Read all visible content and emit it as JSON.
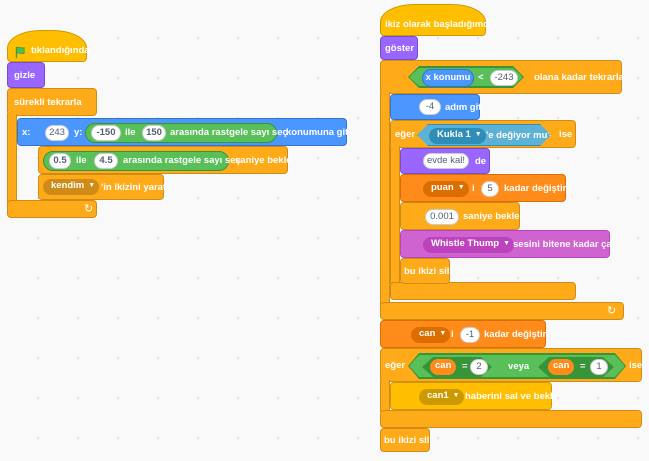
{
  "script1": {
    "when_flag": "tıklandığında",
    "hide": "gizle",
    "forever": "sürekli tekrarla",
    "goto": {
      "x_label": "x:",
      "x_value": "243",
      "y_label": "y:",
      "rand1_low": "-150",
      "rand1_mid": "ile",
      "rand1_high": "150",
      "rand1_suffix": "arasında rastgele sayı seç",
      "suffix": "konumuna git"
    },
    "wait": {
      "rand_low": "0.5",
      "rand_mid": "ile",
      "rand_high": "4.5",
      "rand_suffix": "arasında rastgele sayı seç",
      "suffix": "saniye bekle"
    },
    "clone": {
      "target": "kendim",
      "suffix": "'in ikizini yarat"
    }
  },
  "script2": {
    "hat": "ikiz olarak başladığımda",
    "show": "göster",
    "repeat_until": {
      "lhs": "x konumu",
      "op": "<",
      "rhs": "-243",
      "suffix": "olana kadar tekrarla"
    },
    "move": {
      "value": "-4",
      "suffix": "adım git"
    },
    "if1": {
      "if_label": "eğer",
      "touch_target": "Kukla 1",
      "touch_suffix": "'e değiyor mu?",
      "then_label": "ise"
    },
    "say": {
      "text": "evde kal!",
      "suffix": "de"
    },
    "change1": {
      "var": "puan",
      "mid": "i",
      "value": "5",
      "suffix": "kadar değiştir"
    },
    "wait2": {
      "value": "0.001",
      "suffix": "saniye bekle"
    },
    "sound": {
      "name": "Whistle Thump",
      "suffix": "sesini bitene kadar çal"
    },
    "delete1": "bu ikizi sil",
    "change2": {
      "var": "can",
      "mid": "i",
      "value": "-1",
      "suffix": "kadar değiştir"
    },
    "if2": {
      "if_label": "eğer",
      "lhs_var": "can",
      "eq1": "=",
      "val1": "2",
      "or_label": "veya",
      "rhs_var": "can",
      "eq2": "=",
      "val2": "1",
      "then_label": "ise"
    },
    "broadcast": {
      "message": "can1",
      "suffix": "haberini sal ve bekle"
    },
    "delete2": "bu ikizi sil"
  },
  "icons": {
    "flag": "green-flag-icon",
    "loop": "loop-arrow-icon",
    "dropdown": "dropdown-arrow-icon"
  }
}
